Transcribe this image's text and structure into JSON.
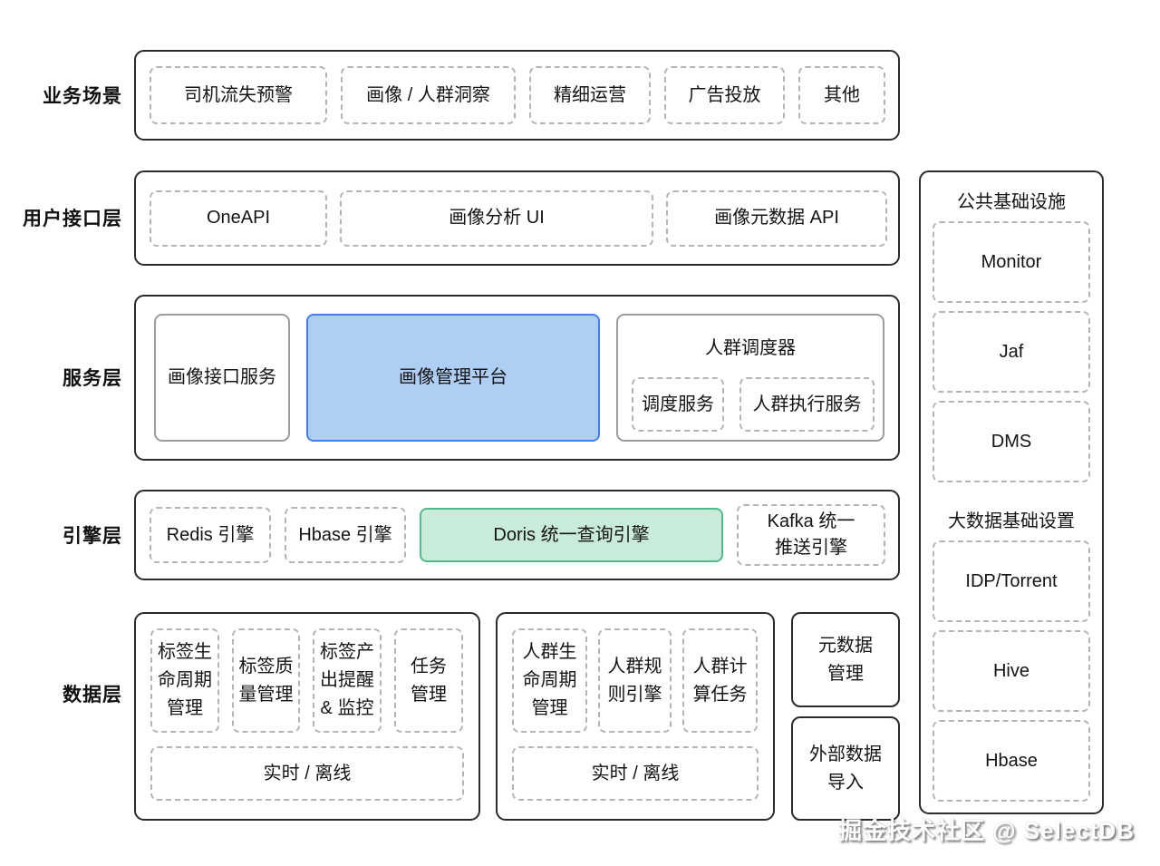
{
  "colors": {
    "blue_fill": "#AFCEF3",
    "blue_border": "#4480E4",
    "green_fill": "#C9EBDA",
    "green_border": "#53BA8C"
  },
  "layer_labels": {
    "business": "业务场景",
    "ui": "用户接口层",
    "service": "服务层",
    "engine": "引擎层",
    "data": "数据层"
  },
  "business_scenarios": {
    "items": [
      "司机流失预警",
      "画像 / 人群洞察",
      "精细运营",
      "广告投放",
      "其他"
    ]
  },
  "user_interface": {
    "items": [
      "OneAPI",
      "画像分析 UI",
      "画像元数据 API"
    ]
  },
  "service_layer": {
    "portrait_api_service": "画像接口服务",
    "portrait_mgmt_platform": "画像管理平台",
    "crowd_scheduler": {
      "title": "人群调度器",
      "items": [
        "调度服务",
        "人群执行服务"
      ]
    }
  },
  "engine_layer": {
    "redis": "Redis 引擎",
    "hbase": "Hbase 引擎",
    "doris": "Doris 统一查询引擎",
    "kafka": "Kafka 统一\n推送引擎"
  },
  "data_layer": {
    "tag_group": {
      "items": [
        "标签生\n命周期\n管理",
        "标签质\n量管理",
        "标签产\n出提醒\n& 监控",
        "任务\n管理"
      ],
      "bottom": "实时 / 离线"
    },
    "crowd_group": {
      "items": [
        "人群生\n命周期\n管理",
        "人群规\n则引擎",
        "人群计\n算任务"
      ],
      "bottom": "实时 / 离线"
    },
    "metadata_mgmt": "元数据\n管理",
    "external_import": "外部数据\n导入"
  },
  "infra_column": {
    "common_title": "公共基础设施",
    "common_items": [
      "Monitor",
      "Jaf",
      "DMS"
    ],
    "bigdata_title": "大数据基础设置",
    "bigdata_items": [
      "IDP/Torrent",
      "Hive",
      "Hbase"
    ]
  },
  "watermark": "掘金技术社区 @ SelectDB"
}
